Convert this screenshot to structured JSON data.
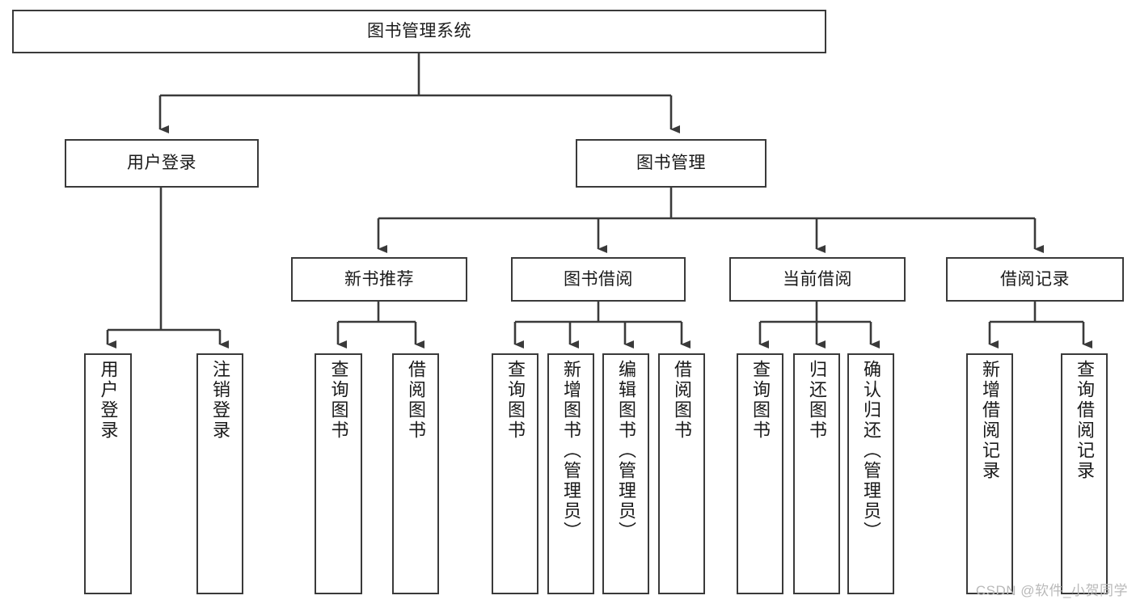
{
  "diagram": {
    "title": "图书管理系统",
    "type": "tree-hierarchy-chart",
    "background_color": "#ffffff",
    "border_color": "#3a3a3a",
    "text_color": "#1a1a1a"
  },
  "root": {
    "label": "图书管理系统"
  },
  "level1": [
    {
      "label": "用户登录"
    },
    {
      "label": "图书管理"
    }
  ],
  "level2": [
    {
      "label": "新书推荐"
    },
    {
      "label": "图书借阅"
    },
    {
      "label": "当前借阅"
    },
    {
      "label": "借阅记录"
    }
  ],
  "leaves": {
    "user_login": [
      {
        "label": "用户登录"
      },
      {
        "label": "注销登录"
      }
    ],
    "new_book_recommend": [
      {
        "label": "查询图书"
      },
      {
        "label": "借阅图书"
      }
    ],
    "book_borrow": [
      {
        "label": "查询图书"
      },
      {
        "label": "新增图书（管理员）"
      },
      {
        "label": "编辑图书（管理员）"
      },
      {
        "label": "借阅图书"
      }
    ],
    "current_borrow": [
      {
        "label": "查询图书"
      },
      {
        "label": "归还图书"
      },
      {
        "label": "确认归还（管理员）"
      }
    ],
    "borrow_record": [
      {
        "label": "新增借阅记录"
      },
      {
        "label": "查询借阅记录"
      }
    ]
  },
  "watermark": {
    "text": "CSDN @软件_小贺同学",
    "color": "#b9b9b9"
  }
}
